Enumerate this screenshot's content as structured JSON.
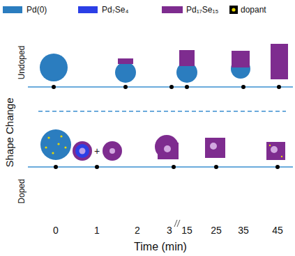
{
  "diagram": {
    "labels": [
      "Shape Change",
      "Undoped",
      "Doped",
      "+",
      "0",
      "1",
      "2",
      "3",
      "15",
      "25",
      "35",
      "45",
      "Time (min)"
    ],
    "legend": [
      {
        "text": "Pd(0)",
        "color": "#2b7dbf"
      },
      {
        "text": "Pd₇Se₄",
        "color": "#2b3fe6"
      },
      {
        "text": "Pd₁₇Se₁₅",
        "color": "#7e2c8f"
      },
      {
        "text": "dopant"
      }
    ]
  }
}
